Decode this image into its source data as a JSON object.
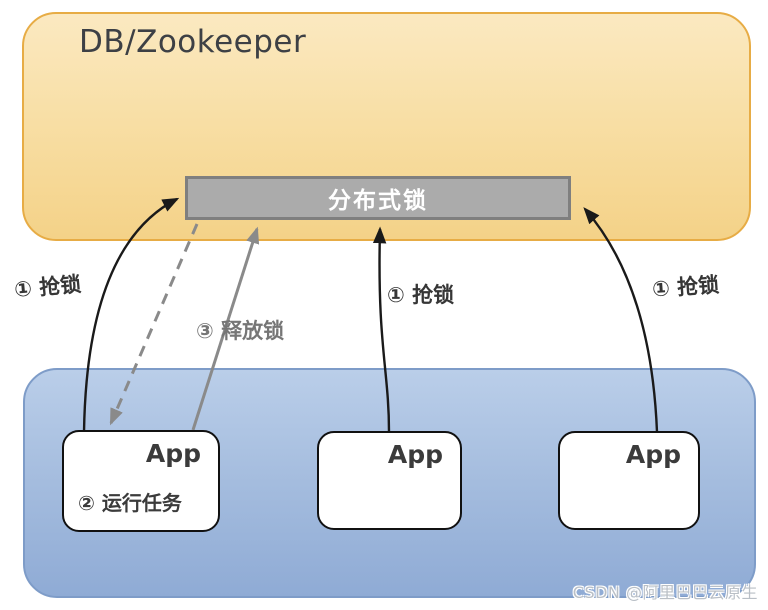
{
  "db_box": {
    "title": "DB/Zookeeper"
  },
  "lock_box": {
    "label": "分布式锁"
  },
  "apps": [
    {
      "label": "App",
      "task_label": "② 运行任务"
    },
    {
      "label": "App"
    },
    {
      "label": "App"
    }
  ],
  "labels": {
    "grab_lock_left": "① 抢锁",
    "grab_lock_middle": "① 抢锁",
    "grab_lock_right": "① 抢锁",
    "release_lock": "③ 释放锁"
  },
  "watermark": "CSDN @阿里巴巴云原生",
  "colors": {
    "db_box_top": "#FBE9C1",
    "db_box_bottom": "#F4D288",
    "db_box_border": "#E7AC45",
    "apps_box_top": "#BACEE9",
    "apps_box_bottom": "#8FABD5",
    "apps_box_border": "#7E9CC8",
    "lock_box_fill": "#ABABAB",
    "lock_box_border": "#7F7F7F",
    "arrow_black": "#1A1A1A",
    "arrow_gray": "#8A8A8A"
  }
}
